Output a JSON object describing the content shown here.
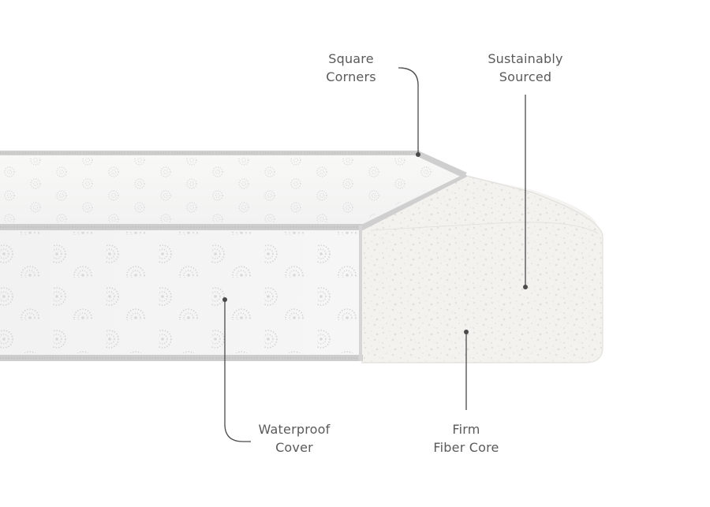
{
  "callouts": {
    "square_corners": {
      "line1": "Square",
      "line2": "Corners"
    },
    "sustainably_sourced": {
      "line1": "Sustainably",
      "line2": "Sourced"
    },
    "waterproof_cover": {
      "line1": "Waterproof",
      "line2": "Cover"
    },
    "firm_fiber_core": {
      "line1": "Firm",
      "line2": "Fiber Core"
    }
  },
  "colors": {
    "background": "#ffffff",
    "label_text": "#5a5a5a",
    "leader_line": "#4a4a4a",
    "cover_face": "#f3f3f3",
    "cover_top": "#f6f7f6",
    "piping": "#c9c9c9",
    "foam": "#f2f1ee"
  }
}
